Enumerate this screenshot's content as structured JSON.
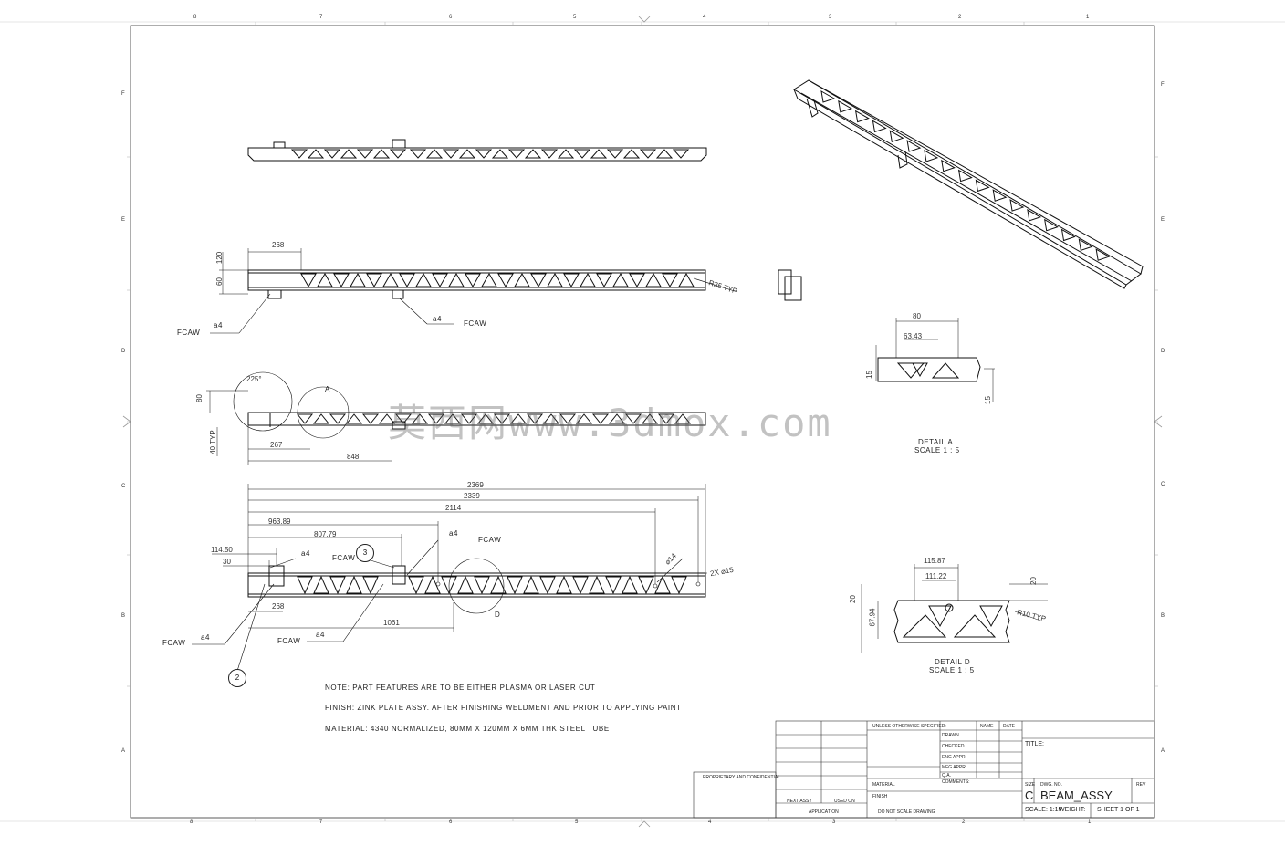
{
  "zones": {
    "top": [
      "8",
      "7",
      "6",
      "5",
      "4",
      "3",
      "2",
      "1"
    ],
    "side": [
      "F",
      "E",
      "D",
      "C",
      "B",
      "A"
    ]
  },
  "views": {
    "top_view": {},
    "front_view": {
      "dims": {
        "height": "120",
        "width": "268",
        "offset": "60",
        "radius": "R35 TYP"
      },
      "welds": [
        {
          "process": "FCAW",
          "size": "a4"
        },
        {
          "process": "FCAW",
          "size": "a4"
        }
      ]
    },
    "side_view": {
      "dims": {
        "angle": "225°",
        "height": "80",
        "tab": "40 TYP",
        "pos1": "267",
        "pos2": "848"
      },
      "detail_callout": "A"
    },
    "bottom_view": {
      "dims": [
        "2369",
        "2339",
        "2114",
        "963.89",
        "807.79",
        "114.50",
        "30",
        "268",
        "1061"
      ],
      "holes": {
        "small": "⌀14",
        "pair": "2X ⌀15"
      },
      "welds": [
        {
          "process": "FCAW",
          "size": "a4"
        },
        {
          "process": "FCAW",
          "size": "a4"
        },
        {
          "process": "FCAW",
          "size": "a4"
        },
        {
          "process": "FCAW",
          "size": "a4"
        }
      ],
      "balloons": [
        "3",
        "2"
      ],
      "detail_callout": "D"
    }
  },
  "detail_a": {
    "dims": [
      "80",
      "63.43",
      "15",
      "15"
    ],
    "title": "DETAIL A",
    "scale": "SCALE 1 : 5"
  },
  "detail_d": {
    "dims": [
      "115.87",
      "111.22",
      "20",
      "67.94",
      "20",
      "R10 TYP"
    ],
    "title": "DETAIL D",
    "scale": "SCALE 1 : 5"
  },
  "notes": [
    "NOTE:   PART FEATURES ARE TO BE EITHER PLASMA OR LASER CUT",
    "FINISH:  ZINK PLATE ASSY.  AFTER FINISHING WELDMENT AND PRIOR TO  APPLYING PAINT",
    "MATERIAL:  4340 NORMALIZED,   80MM X 120MM X 6MM THK  STEEL TUBE"
  ],
  "watermark": "莫西网www.3dmox.com",
  "title_block": {
    "name_hdr": "NAME",
    "date_hdr": "DATE",
    "drawn": "DRAWN",
    "checked": "CHECKED",
    "eng_appr": "ENG APPR.",
    "mfg_appr": "MFG APPR.",
    "qa": "Q.A.",
    "comments": "COMMENTS:",
    "title_label": "TITLE:",
    "size_label": "SIZE",
    "size": "C",
    "dwg_label": "DWG.  NO.",
    "dwg_no": "BEAM_ASSY",
    "rev_label": "REV",
    "scale": "SCALE: 1:10",
    "weight": "WEIGHT:",
    "sheet": "SHEET 1 OF 1",
    "next_assy": "NEXT ASSY",
    "used_on": "USED ON",
    "application": "APPLICATION",
    "no_scale": "DO NOT SCALE DRAWING",
    "finish": "FINISH",
    "material": "MATERIAL",
    "dim_note": "UNLESS OTHERWISE SPECIFIED:",
    "prop": "PROPRIETARY AND CONFIDENTIAL"
  }
}
